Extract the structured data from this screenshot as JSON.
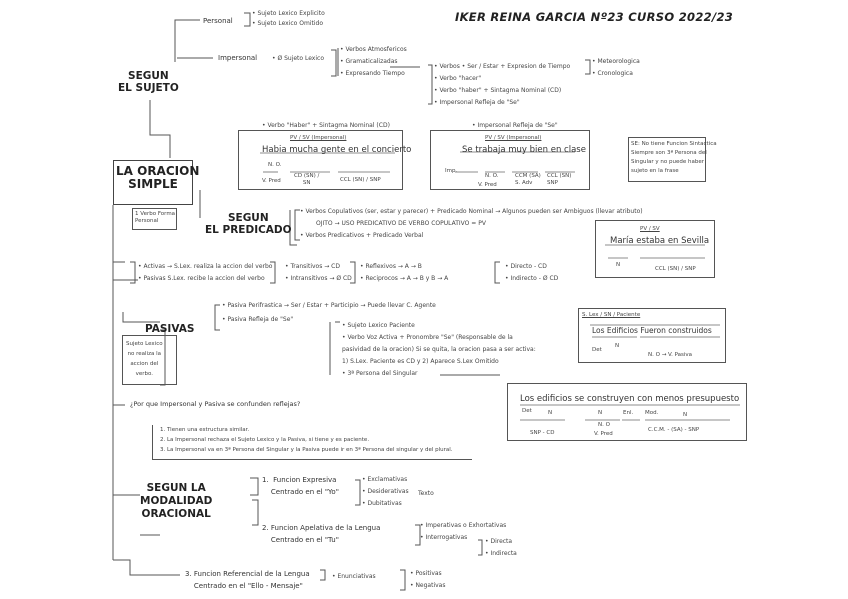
{
  "title": "IKER REINA GARCIA Nº23 CURSO 2022/23",
  "headings": {
    "sujeto": "SEGUN\nEL SUJETO",
    "oracion": "LA ORACION\nSIMPLE",
    "predicado": "SEGUN\nEL PREDICADO",
    "pasivas": "PASIVAS",
    "modalidad": "SEGUN LA\nMODALIDAD\nORACIONAL"
  },
  "sujeto": {
    "personal": "Personal",
    "personal_items": [
      "• Sujeto Lexico Explicito",
      "• Sujeto Lexico Omitido"
    ],
    "impersonal": "Impersonal",
    "sujeto_lexico": "• Ø Sujeto Lexico",
    "imp_items": [
      "• Verbos Atmosfericos",
      "• Gramaticalizadas",
      "• Expresando Tiempo"
    ],
    "gram_items": [
      "• Verbos • Ser / Estar + Expresion de Tiempo",
      "• Verbo \"hacer\"",
      "• Verbo \"haber\" + Sintagma Nominal (CD)",
      "• Impersonal Refleja de \"Se\""
    ],
    "tiempo_items": [
      "• Meteorologica",
      "• Cronologica"
    ]
  },
  "ex1": {
    "label": "• Verbo \"Haber\" + Sintagma Nominal (CD)",
    "pv": "PV / SV (Impersonal)",
    "sentence": "Habia mucha gente en el concierto",
    "n": "N. O.",
    "vpred": "V. Pred",
    "cd": "CD (SN) /\nSN",
    "ccl": "CCL (SN) / SNP"
  },
  "ex2": {
    "label": "• Impersonal Refleja de \"Se\"",
    "pv": "PV / SV (Impersonal)",
    "sentence": "Se trabaja muy bien en clase",
    "imp": "Imp.",
    "no": "N. O.",
    "vpred": "V. Pred",
    "ccm": "CCM (SA)\nS. Adv",
    "ccl": "CCL (SN)\nSNP"
  },
  "note": "SE: No tiene Funcion Sintactica\nSiempre son 3ª Persona del\nSingular y no puede haber\nsujeto en la frase",
  "oracion_note": "1 Verbo Forma\nPersonal",
  "pred": {
    "copulativos": "• Verbos Copulativos (ser, estar y parecer) + Predicado Nominal → Algunos pueden ser Ambiguos (llevar atributo)",
    "ojo": "OJITO → USO PREDICATIVO DE VERBO COPULATIVO = PV",
    "predicativos": "• Verbos Predicativos + Predicado Verbal"
  },
  "ex3": {
    "pv": "PV / SV",
    "sentence": "María estaba en Sevilla",
    "n": "N",
    "ccl": "CCL (SN) / SNP"
  },
  "voz": [
    "• Activas → S.Lex. realiza la accion del verbo",
    "• Pasivas S.Lex. recibe la accion del verbo"
  ],
  "trans": [
    "• Transitivos → CD",
    "• Intransitivos → Ø CD"
  ],
  "refl": [
    "• Reflexivos → A → B",
    "• Reciprocos → A → B y B → A"
  ],
  "directo": [
    "• Directo - CD",
    "• Indirecto - Ø CD"
  ],
  "pasivas_items": [
    "• Pasiva Perifrastica → Ser / Estar + Participio → Puede llevar C. Agente",
    "• Pasiva Refleja de \"Se\""
  ],
  "pasivas_note": "Sujeto Lexico\nno realiza la\naccion del\nverbo.",
  "refleja": [
    "• Sujeto Lexico Paciente",
    "• Verbo Voz Activa + Pronombre \"Se\" (Responsable de la",
    "  pasividad de la oracion) Si se quita, la oracion pasa a ser activa:",
    "  1) S.Lex. Paciente es CD y 2) Aparece S.Lex Omitido",
    "• 3ª Persona del Singular"
  ],
  "ex4": {
    "header": "S. Lex / SN / Paciente",
    "sentence": "Los Edificios  Fueron construidos",
    "det": "Det",
    "n": "N",
    "no": "N. O → V. Pasiva"
  },
  "ex5": {
    "sentence": "Los edificios se construyen con menos presupuesto",
    "det": "Det",
    "n": "N",
    "no": "N. O",
    "vpred": "V. Pred",
    "enl": "Enl.",
    "mod": "Mod.",
    "n2": "N",
    "snp": "SNP - CD",
    "ccm": "C.C.M. - (SA) - SNP"
  },
  "question": "¿Por que Impersonal y Pasiva se confunden reflejas?",
  "answers": [
    "1. Tienen una estructura similar.",
    "2. La Impersonal rechaza el Sujeto Lexico y la Pasiva, si tiene y es paciente.",
    "3. La Impersonal va en 3ª Persona del Singular y la Pasiva puede ir en 3ª Persona del singular y del plural."
  ],
  "mod": {
    "f1": "1.  Funcion Expresiva\n    Centrado en el \"Yo\"",
    "f1_items": [
      "• Exclamativas",
      "• Desiderativas",
      "• Dubitativas"
    ],
    "f1_side": "Texto",
    "f2": "2. Funcion Apelativa de la Lengua\n    Centrado en el \"Tu\"",
    "f2_items": [
      "• Imperativas o Exhortativas",
      "• Interrogativas"
    ],
    "f2_sub": [
      "• Directa",
      "• Indirecta"
    ],
    "f3": "3. Funcion Referencial de la Lengua\n    Centrado en el \"Ello - Mensaje\"",
    "f3_items": [
      "• Enunciativas"
    ],
    "f3_sub": [
      "• Positivas",
      "• Negativas"
    ]
  }
}
